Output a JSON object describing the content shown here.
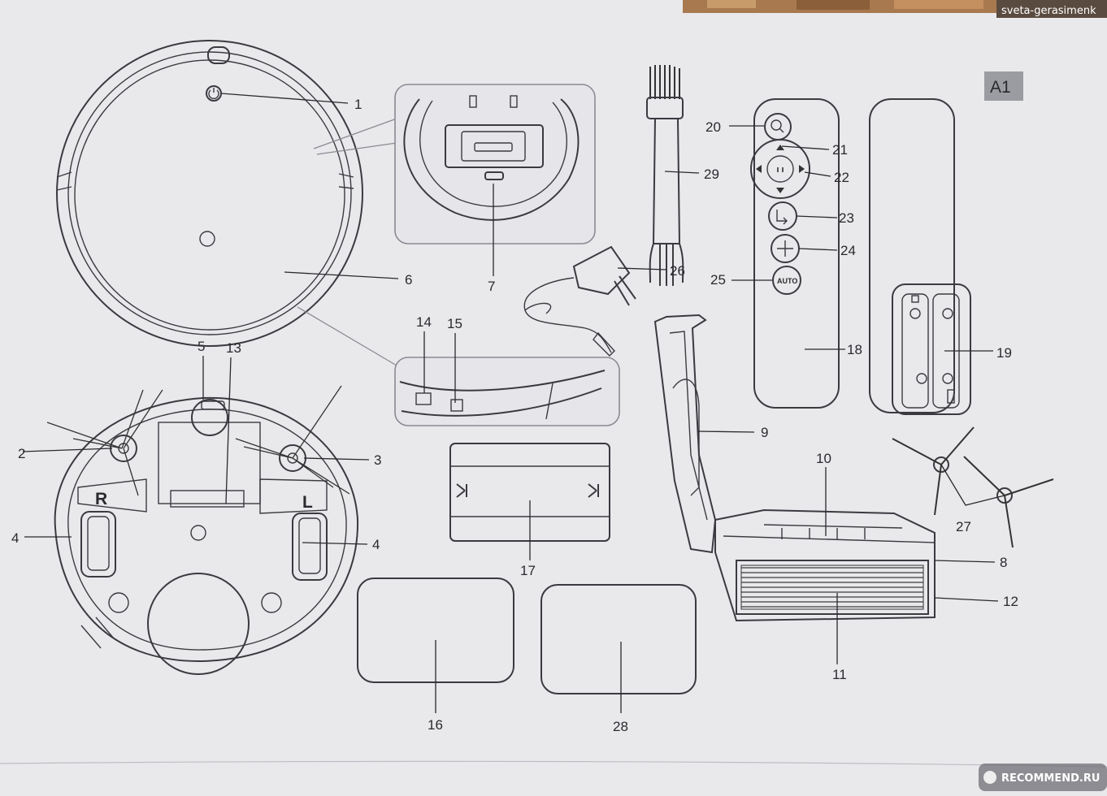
{
  "watermark_top": "sveta-gerasimenk",
  "watermark_bottom": "RECOMMEND.RU",
  "page_tag": "A1",
  "robot_letters": {
    "right": "R",
    "left": "L"
  },
  "remote_buttons": {
    "auto": "AUTO"
  },
  "labels": {
    "l1": "1",
    "l2": "2",
    "l3": "3",
    "l4a": "4",
    "l4b": "4",
    "l5": "5",
    "l6": "6",
    "l7": "7",
    "l8": "8",
    "l9": "9",
    "l10": "10",
    "l11": "11",
    "l12": "12",
    "l13": "13",
    "l14": "14",
    "l15": "15",
    "l16": "16",
    "l17": "17",
    "l18": "18",
    "l19": "19",
    "l20": "20",
    "l21": "21",
    "l22": "22",
    "l23": "23",
    "l24": "24",
    "l25": "25",
    "l26": "26",
    "l27": "27",
    "l28": "28",
    "l29": "29"
  },
  "colors": {
    "paper": "#e9e9ec",
    "ink": "#2a2a2e",
    "tag_bg": "#9b9ba2"
  }
}
